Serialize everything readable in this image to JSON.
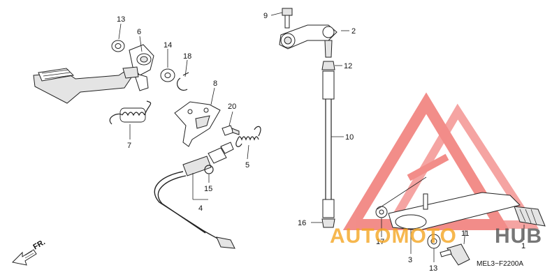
{
  "callouts": {
    "c1": "1",
    "c2": "2",
    "c3": "3",
    "c4": "4",
    "c5": "5",
    "c6": "6",
    "c7": "7",
    "c8": "8",
    "c9": "9",
    "c10": "10",
    "c11": "11",
    "c12": "12",
    "c13a": "13",
    "c13b": "13",
    "c14": "14",
    "c15": "15",
    "c16": "16",
    "c17": "17",
    "c18": "18",
    "c20": "20"
  },
  "direction_label": "FR.",
  "diagram_code": "MEL3−F2200A",
  "watermark": {
    "text_left": "AUTOMOTO",
    "text_right": "HUB",
    "color_accent": "#f5a623",
    "color_dark": "#555555",
    "logo_color": "#e8312a"
  }
}
